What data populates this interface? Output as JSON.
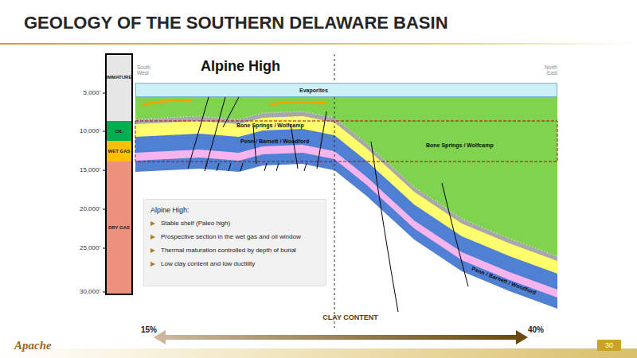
{
  "diagram": {
    "title": "GEOLOGY OF THE SOUTHERN DELAWARE BASIN",
    "nodes": [
      {
        "text": [
          "IMMATURE"
        ]
      },
      {
        "text": [
          "OIL"
        ]
      },
      {
        "text": [
          "WET GAS"
        ]
      },
      {
        "text": [
          "DRY GAS"
        ]
      },
      {
        "text": [
          "Evaporites"
        ]
      },
      {
        "text": [
          "Alpine High:",
          "Stable shelf (Paleo high)",
          "Prospective section in the wet gas and oil window",
          "Thermal maturation controlled by depth of burial",
          "Low clay content and low ductility"
        ]
      }
    ],
    "labels": [
      "5,000'",
      "10,000'",
      "15,000'",
      "20,000'",
      "25,000'",
      "30,000'",
      "South West",
      "North East",
      "Alpine High",
      "Bone Springs / Wolfcamp",
      "Penn / Barnett / Woodford",
      "Bone Springs / Wolfcamp",
      "Penn / Barnett / Woodford",
      "CLAY CONTENT",
      "15%",
      "40%",
      "Apache",
      "30"
    ]
  }
}
